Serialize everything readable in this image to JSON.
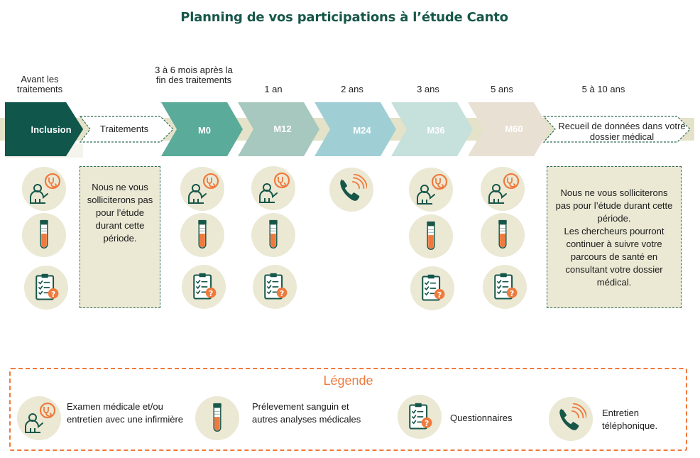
{
  "title": "Planning de vos participations à l’étude Canto",
  "time_labels": {
    "avant": "Avant les traitements",
    "m0": "3 à 6 mois après la fin des traitements",
    "m12": "1 an",
    "m24": "2 ans",
    "m36": "3 ans",
    "m60": "5 ans",
    "recueil": "5 à 10 ans"
  },
  "stages": {
    "inclusion": "Inclusion",
    "traitements": "Traitements",
    "m0": "M0",
    "m12": "M12",
    "m24": "M24",
    "m36": "M36",
    "m60": "M60",
    "recueil": "Recueil de données dans votre dossier médical"
  },
  "notes": {
    "traitements": "Nous ne vous solliciterons pas pour l’étude durant cette période.",
    "recueil_line1": "Nous ne vous solliciterons pas pour l’étude durant cette période.",
    "recueil_line2": "Les chercheurs pourront continuer à suivre votre parcours de santé en consultant votre dossier médical."
  },
  "legend": {
    "title": "Légende",
    "exam": "Examen médicale et/ou entretien avec une infirmière",
    "blood": "Prélevement sanguin et autres analyses médicales",
    "questionnaire": "Questionnaires",
    "phone": "Entretien téléphonique."
  },
  "colors": {
    "title": "#17574a",
    "inclusion": "#10564b",
    "m0": "#5aab9a",
    "m12": "#a7c8be",
    "m24": "#9fcfd5",
    "m36": "#c6e0dc",
    "m60": "#e9e0d4",
    "track": "#e4e2c8",
    "circle": "#ebe8d4",
    "accent": "#ef7a3d"
  },
  "icons": [
    "doctor-icon",
    "blood-tube-icon",
    "questionnaire-icon",
    "phone-icon"
  ]
}
